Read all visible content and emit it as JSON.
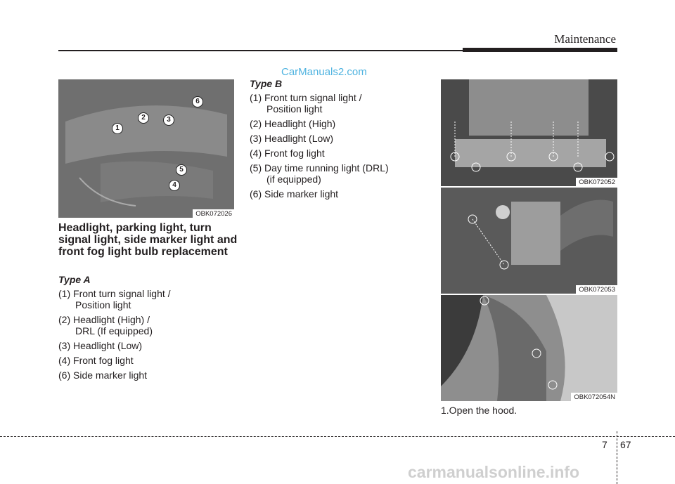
{
  "header": {
    "title": "Maintenance"
  },
  "watermark_top": "CarManuals2.com",
  "photos": {
    "p1": {
      "caption": "OBK072026",
      "callouts": [
        "1",
        "2",
        "3",
        "4",
        "5",
        "6"
      ]
    },
    "p2": {
      "caption": "OBK072052"
    },
    "p3": {
      "caption": "OBK072053"
    },
    "p4": {
      "caption": "OBK072054N"
    }
  },
  "section": {
    "heading": "Headlight, parking light, turn signal light, side marker light and front fog light bulb replacement",
    "typeA": {
      "label": "Type A",
      "items": [
        {
          "num": "(1)",
          "text": "Front turn signal light /",
          "cont": "Position light"
        },
        {
          "num": "(2)",
          "text": "Headlight (High) /",
          "cont": "DRL (If equipped)"
        },
        {
          "num": "(3)",
          "text": "Headlight (Low)",
          "cont": ""
        },
        {
          "num": "(4)",
          "text": "Front fog light",
          "cont": ""
        },
        {
          "num": "(6)",
          "text": "Side marker light",
          "cont": ""
        }
      ]
    },
    "typeB": {
      "label": "Type B",
      "items": [
        {
          "num": "(1)",
          "text": "Front turn signal light /",
          "cont": "Position light"
        },
        {
          "num": "(2)",
          "text": "Headlight (High)",
          "cont": ""
        },
        {
          "num": "(3)",
          "text": "Headlight (Low)",
          "cont": ""
        },
        {
          "num": "(4)",
          "text": "Front fog light",
          "cont": ""
        },
        {
          "num": "(5)",
          "text": "Day time running light (DRL)",
          "cont": "(if equipped)"
        },
        {
          "num": "(6)",
          "text": "Side marker light",
          "cont": ""
        }
      ]
    },
    "step1": "1.Open the hood."
  },
  "footer": {
    "chapter": "7",
    "page": "67",
    "watermark": "carmanualsonline.info"
  }
}
